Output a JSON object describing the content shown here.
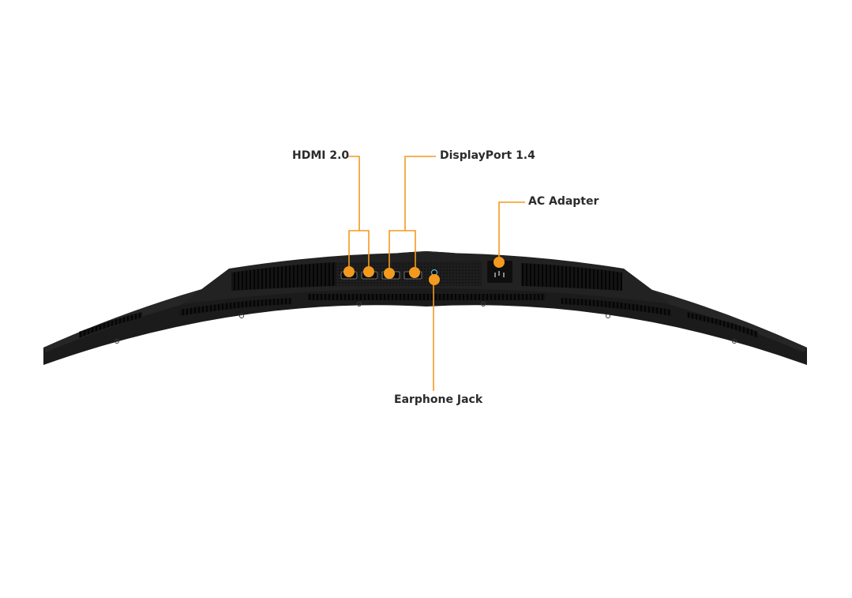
{
  "labels": {
    "hdmi": "HDMI 2.0",
    "displayport": "DisplayPort 1.4",
    "ac_adapter": "AC Adapter",
    "earphone": "Earphone Jack"
  },
  "colors": {
    "accent": "#f39a1e",
    "body": "#1c1c1c",
    "text": "#2b2b2b"
  }
}
